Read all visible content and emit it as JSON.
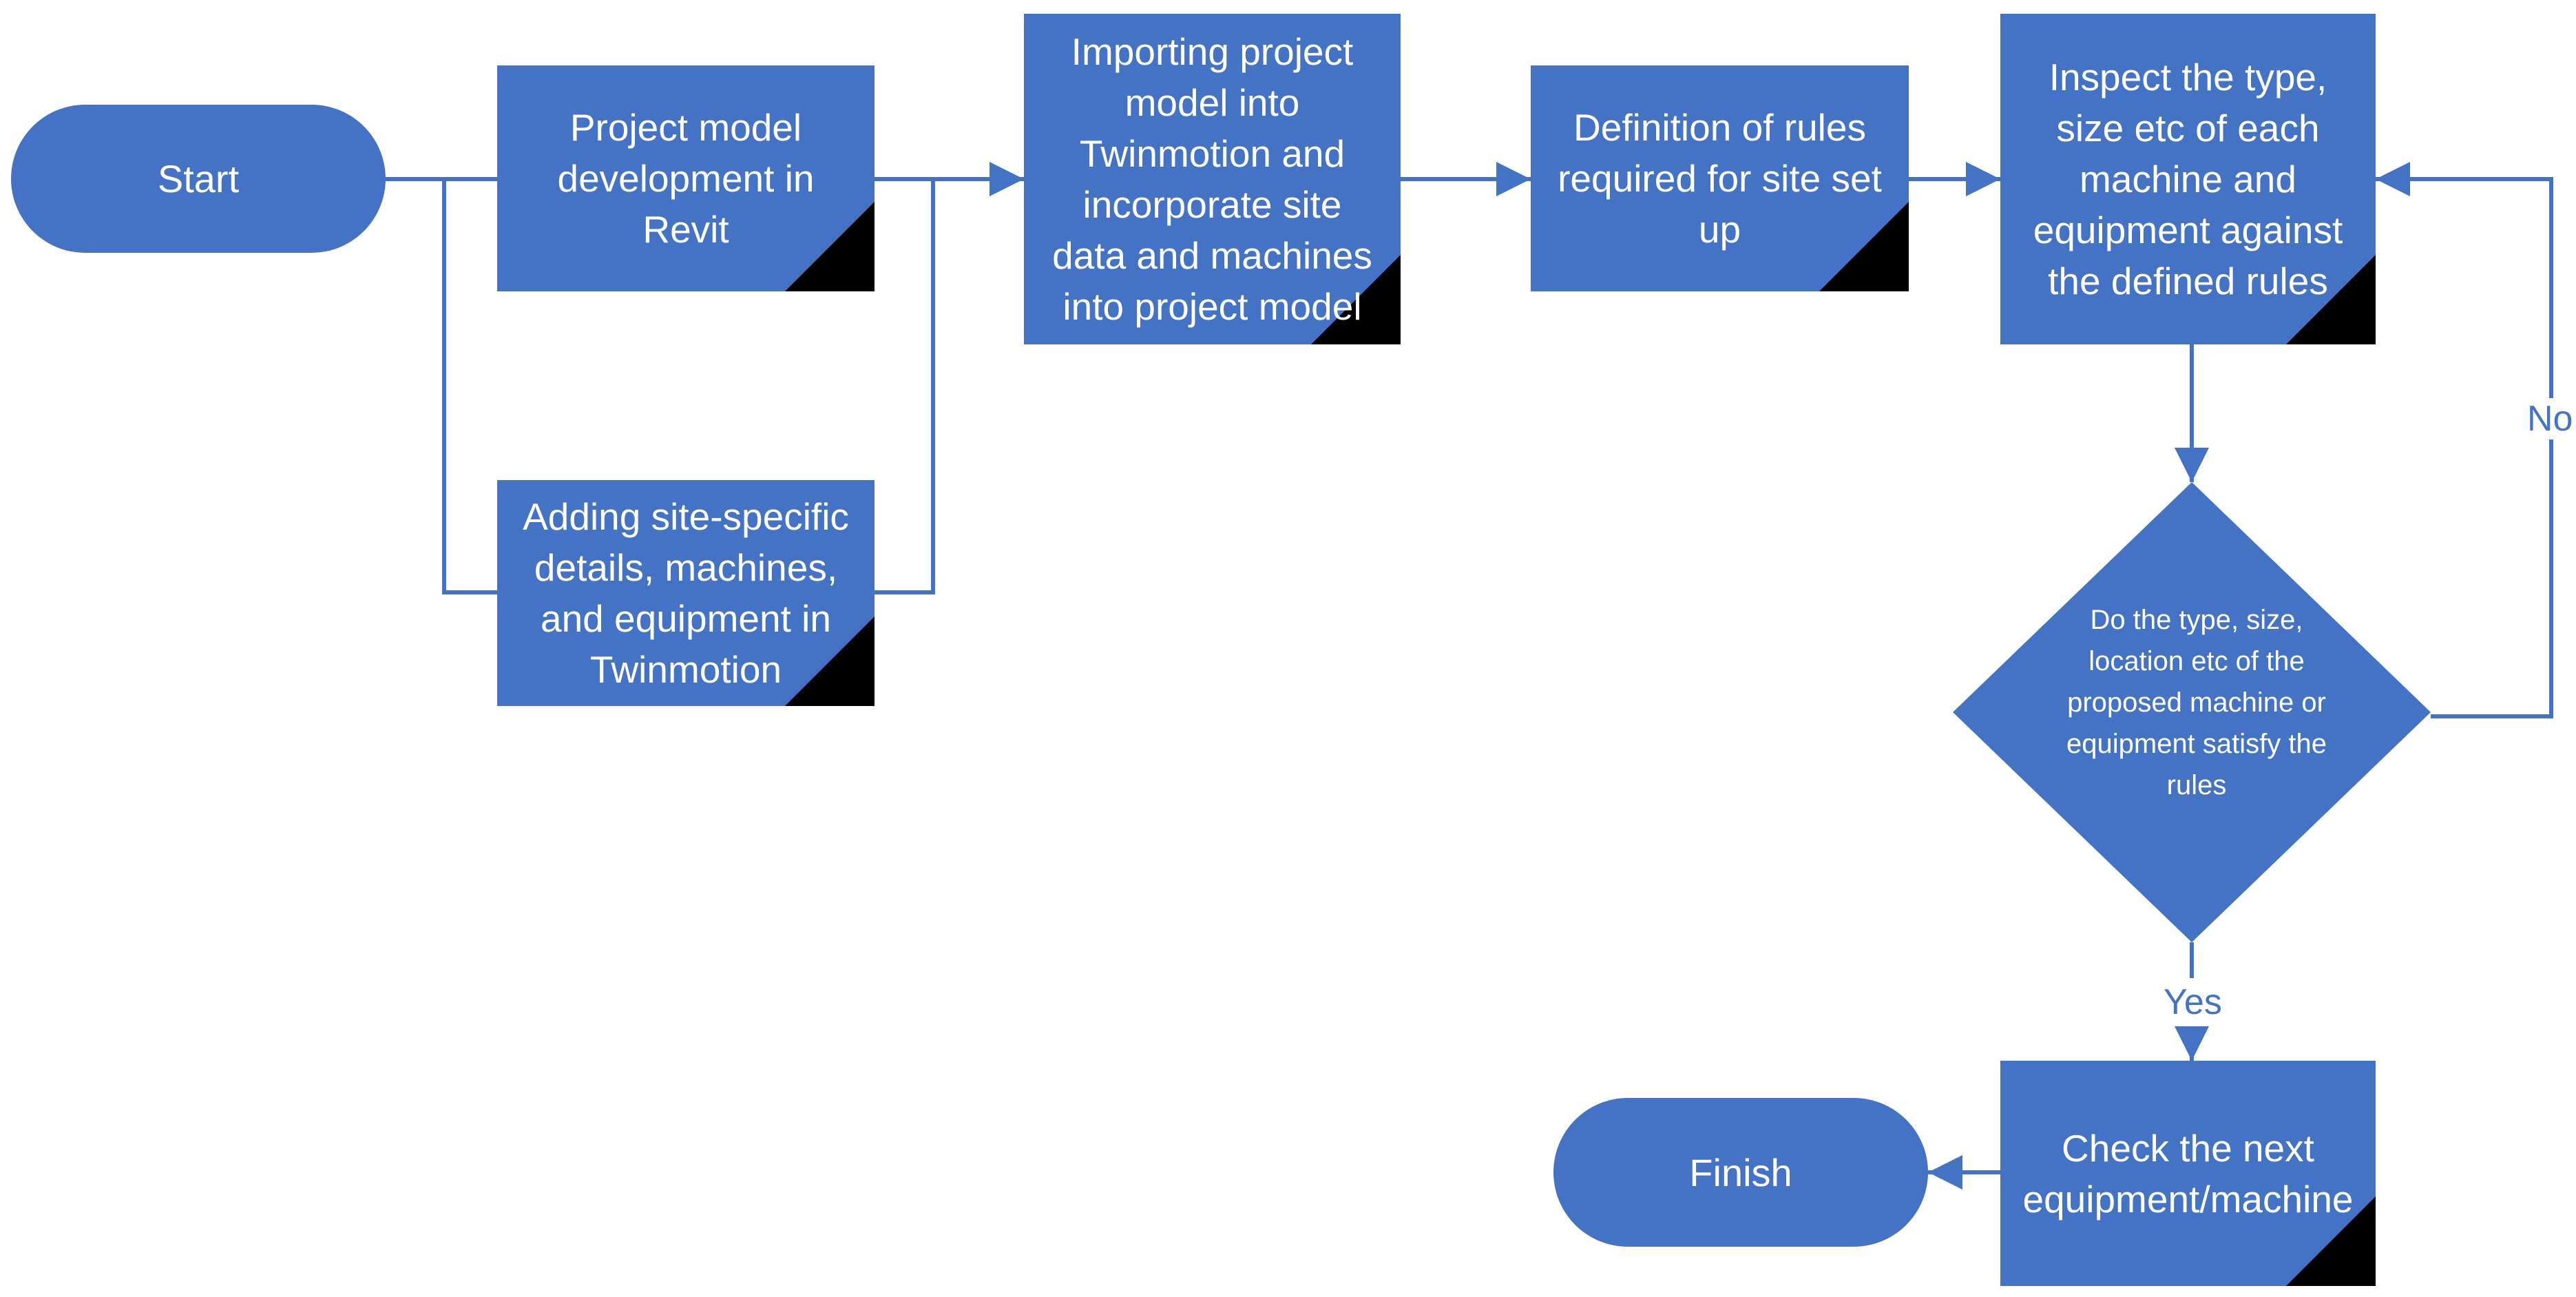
{
  "nodes": {
    "start": "Start",
    "revit": "Project model\ndevelopment in\nRevit",
    "site_details": "Adding site-specific\ndetails, machines,\nand equipment in\nTwinmotion",
    "import": "Importing project\nmodel into\nTwinmotion and\nincorporate site\ndata and machines\ninto project model",
    "rules": "Definition of rules\nrequired for site set\nup",
    "inspect": "Inspect the type,\nsize etc of each\nmachine and\nequipment against\nthe defined rules",
    "decision": "Do the type, size,\nlocation etc of the\nproposed machine or\nequipment satisfy the\nrules",
    "next": "Check the next\nequipment/machine",
    "finish": "Finish"
  },
  "edges": {
    "yes": "Yes",
    "no": "No"
  },
  "colors": {
    "shape_fill": "#4472c4",
    "connector": "#4472c4",
    "corner_mark": "#000000",
    "text_on_shape": "#ffffff"
  }
}
